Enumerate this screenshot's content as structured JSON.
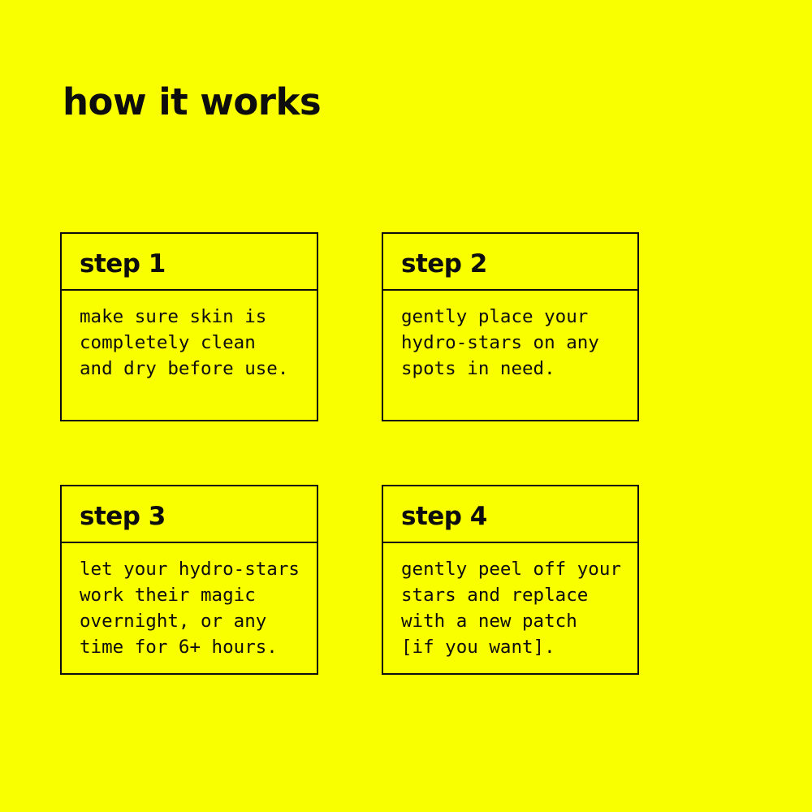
{
  "title": "how it works",
  "colors": {
    "background": "#FAFF00",
    "text": "#0d0d0d",
    "border": "#0d0d0d"
  },
  "steps": [
    {
      "label": "step 1",
      "body": "make sure skin is\ncompletely clean\nand dry before use."
    },
    {
      "label": "step 2",
      "body": "gently place your\nhydro-stars on any\nspots in need."
    },
    {
      "label": "step 3",
      "body": "let your hydro-stars\nwork their magic\novernight, or any\ntime for 6+ hours."
    },
    {
      "label": "step 4",
      "body": "gently peel off your\nstars and replace\nwith a new patch\n[if you want]."
    }
  ]
}
